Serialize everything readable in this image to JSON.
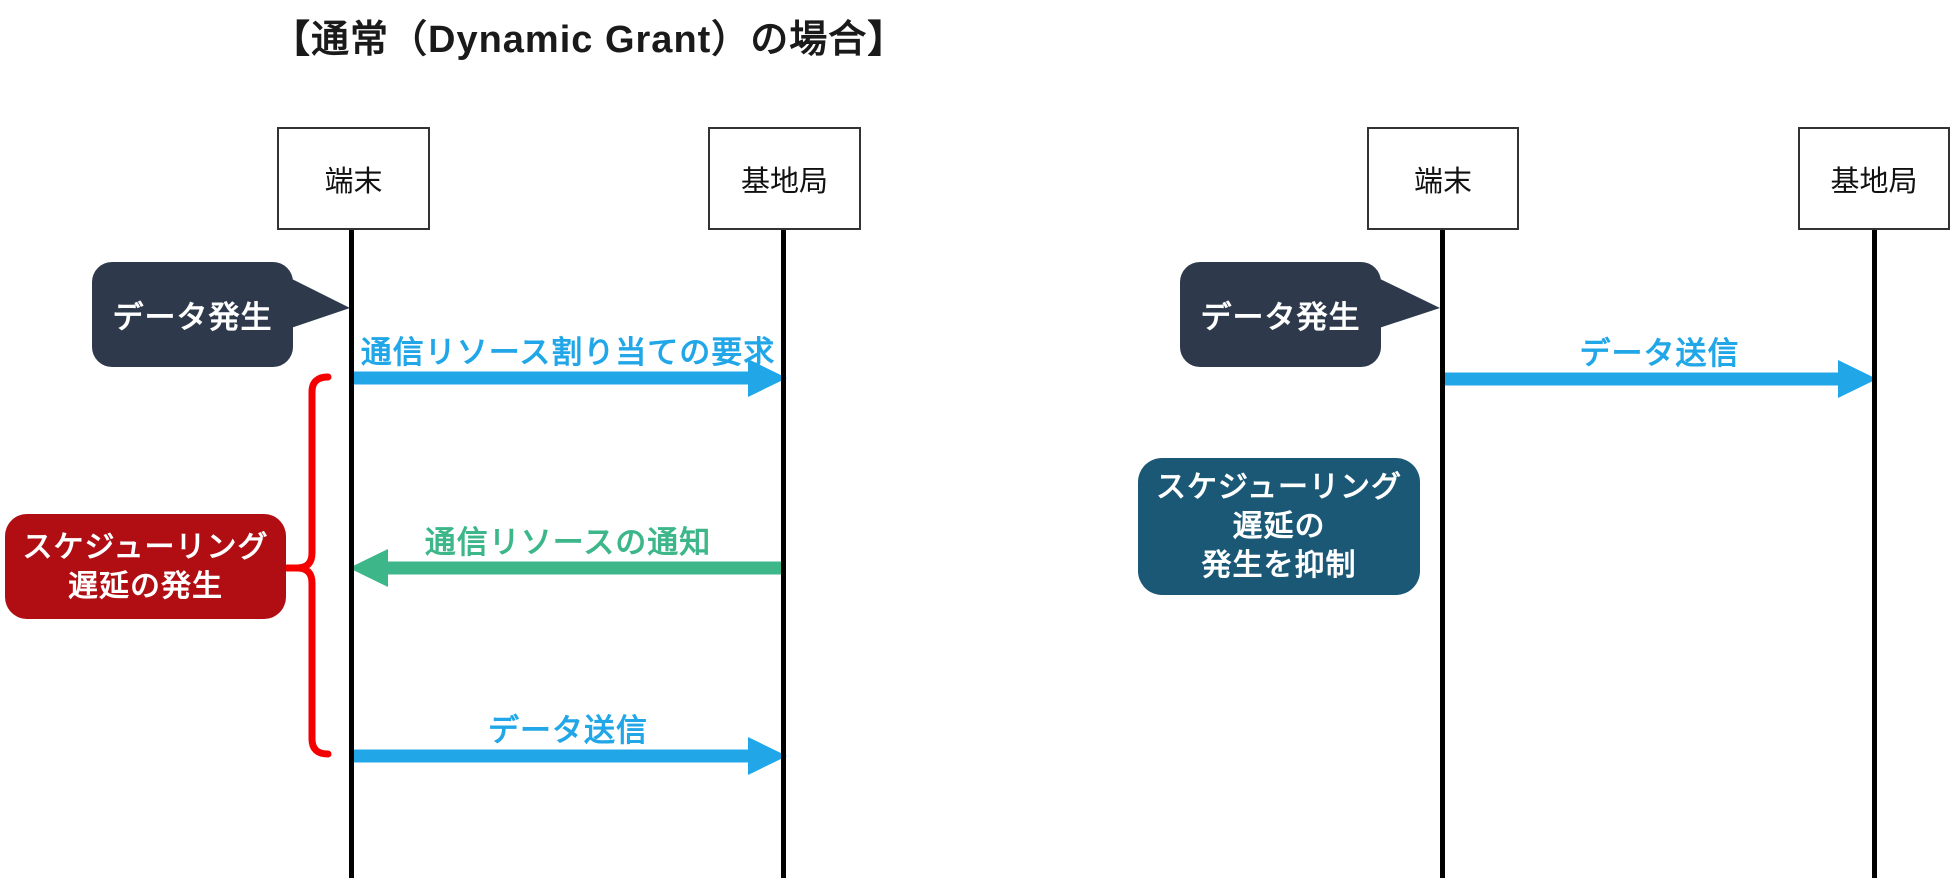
{
  "title": "【通常（Dynamic Grant）の場合】",
  "colors": {
    "message_blue": "#21A7E8",
    "message_green": "#3DB78A",
    "callout_navy": "#2E3A4C",
    "delay_red_box": "#B00E13",
    "brace_red": "#F40000",
    "suppress_teal": "#1A5876",
    "lifeline_black": "#000000"
  },
  "left_diagram": {
    "terminal": "端末",
    "base_station": "基地局",
    "callout": "データ発生",
    "message1": "通信リソース割り当ての要求",
    "message2": "通信リソースの通知",
    "message3": "データ送信",
    "delay_label_line1": "スケジューリング",
    "delay_label_line2": "遅延の発生"
  },
  "right_diagram": {
    "terminal": "端末",
    "base_station": "基地局",
    "callout": "データ発生",
    "message1": "データ送信",
    "suppress_label_line1": "スケジューリング",
    "suppress_label_line2": "遅延の",
    "suppress_label_line3": "発生を抑制"
  }
}
